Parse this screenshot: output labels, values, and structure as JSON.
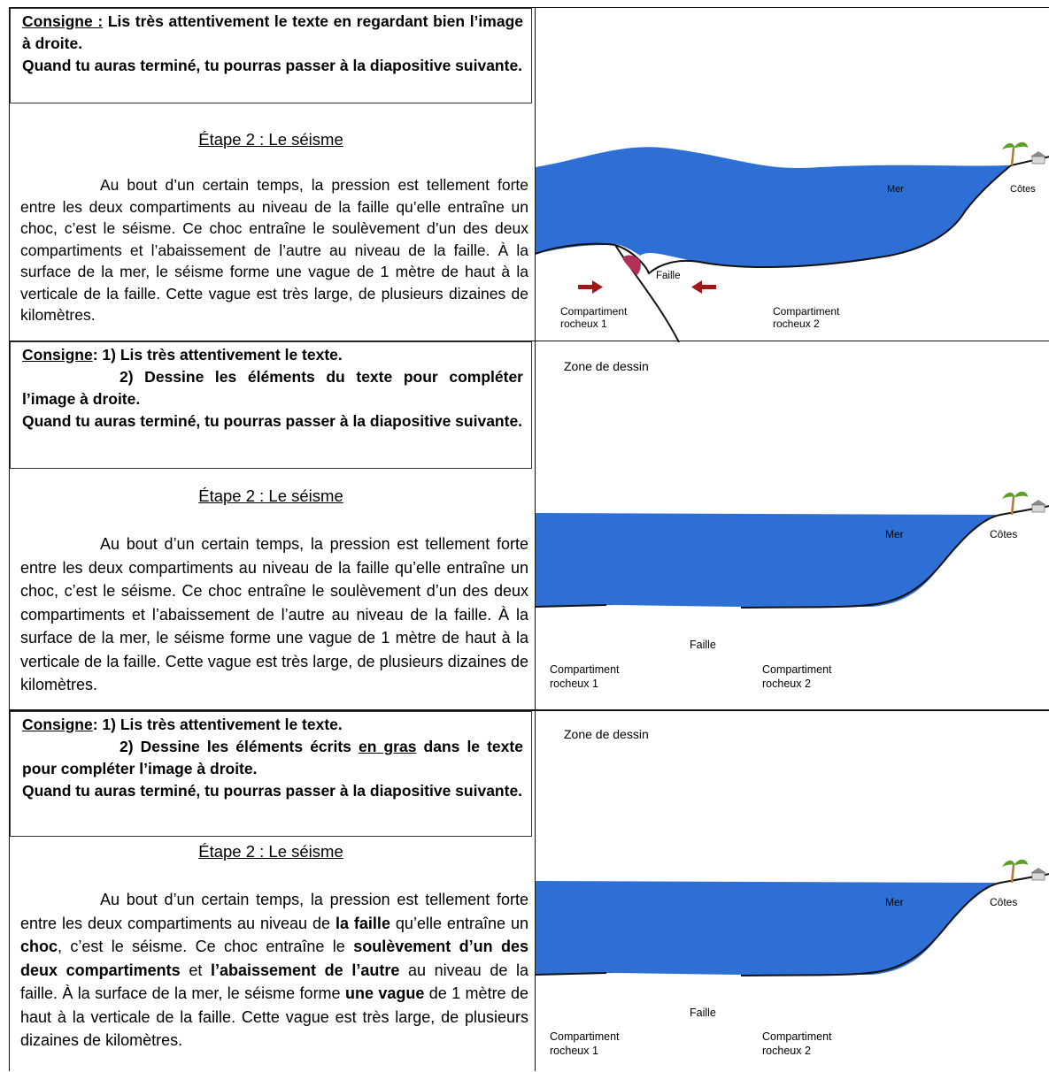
{
  "panels": [
    {
      "consigne_label": "Consigne :",
      "consigne_line1": "Lis très attentivement le texte en regardant bien l’image à droite.",
      "consigne_line2": "Quand tu auras terminé, tu pourras passer à la diapositive suivante.",
      "step_title": "Étape 2 : Le séisme",
      "paragraph": "Au bout d’un certain temps, la pression est tellement forte entre les deux compartiments au niveau de la faille qu’elle entraîne un choc, c’est le séisme. Ce choc entraîne le soulèvement d’un des deux compartiments et l’abaissement de l’autre au niveau de la faille. À la surface de la mer, le séisme forme une vague de 1 mètre de haut à la verticale de la faille. Cette vague est très large, de plusieurs dizaines de kilomètres.",
      "figure": {
        "mer": "Mer",
        "cotes": "Côtes",
        "faille": "Faille",
        "comp1_line1": "Compartiment",
        "comp1_line2": "rocheux 1",
        "comp2_line1": "Compartiment",
        "comp2_line2": "rocheux 2"
      }
    },
    {
      "consigne_label": "Consigne",
      "consigne_line1": ": 1) Lis très attentivement le texte.",
      "consigne_line2": "2) Dessine les éléments du texte pour compléter l’image à droite.",
      "consigne_line3": "Quand tu auras terminé, tu pourras passer à la diapositive suivante.",
      "step_title": "Étape 2 : Le séisme",
      "paragraph": "Au bout d’un certain temps, la pression est tellement forte entre les deux compartiments au niveau de la faille qu’elle entraîne un choc, c’est le séisme. Ce choc entraîne le soulèvement d’un des deux compartiments et l’abaissement de l’autre au niveau de la faille. À la surface de la mer, le séisme forme une vague de 1 mètre de haut à la verticale de la faille. Cette vague est très large, de plusieurs dizaines de kilomètres.",
      "zone": "Zone de dessin",
      "figure": {
        "mer": "Mer",
        "cotes": "Côtes",
        "faille": "Faille",
        "comp1_line1": "Compartiment",
        "comp1_line2": "rocheux 1",
        "comp2_line1": "Compartiment",
        "comp2_line2": "rocheux 2"
      }
    },
    {
      "consigne_label": "Consigne",
      "consigne_line1": ": 1) Lis très attentivement le texte.",
      "consigne_line2a": "2) Dessine les éléments écrits",
      "consigne_line2b": "en gras",
      "consigne_line2c": "dans le texte pour compléter l’image à droite.",
      "consigne_line3": "Quand tu auras terminé, tu pourras passer à la diapositive suivante.",
      "step_title": "Étape 2 : Le séisme",
      "p_a": "Au bout d’un certain temps, la pression est tellement forte entre les deux compartiments au niveau de",
      "p_b": "la faille",
      "p_c": "qu’elle entraîne un",
      "p_d": "choc",
      "p_e": ", c’est le séisme. Ce choc entraîne le",
      "p_f": "soulèvement d’un des deux compartiments",
      "p_g": "et",
      "p_h": "l’abaissement de l’autre",
      "p_i": "au niveau de la faille. À la surface de la mer, le séisme forme",
      "p_j": "une vague",
      "p_k": "de 1 mètre de haut à la verticale de la faille. Cette vague est très large, de plusieurs dizaines de kilomètres.",
      "zone": "Zone de dessin",
      "figure": {
        "mer": "Mer",
        "cotes": "Côtes",
        "faille": "Faille",
        "comp1_line1": "Compartiment",
        "comp1_line2": "rocheux 1",
        "comp2_line1": "Compartiment",
        "comp2_line2": "rocheux 2"
      }
    }
  ],
  "colors": {
    "sea": "#2e6fd6",
    "arrow": "#a01818",
    "collision": "#b03058",
    "palm": "#5aa028",
    "trunk": "#b07a3a",
    "house": "#d8d8d8"
  },
  "icons": {
    "arrows": "red-arrow-icon",
    "palm": "palm-tree-icon",
    "house": "house-icon"
  }
}
